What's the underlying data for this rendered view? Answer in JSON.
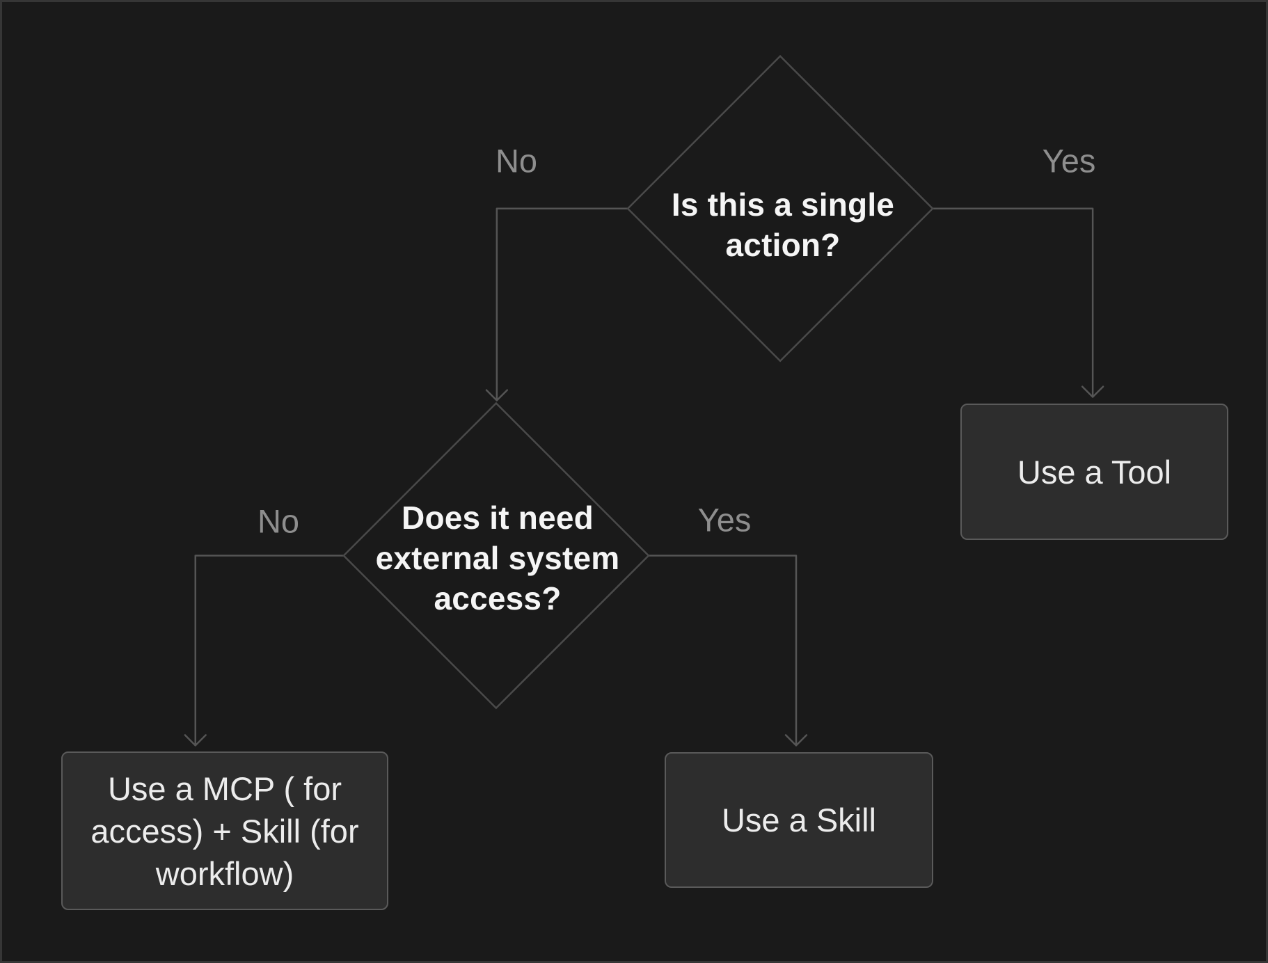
{
  "theme": {
    "background": "#1a1a1a",
    "canvas_border": "#363636",
    "shape_stroke": "#4a4a4a",
    "connector_stroke": "#555555",
    "node_fill": "#2d2d2d",
    "node_border": "#5a5a5a",
    "decision_text_color": "#f5f5f5",
    "node_text_color": "#ececec",
    "branch_label_color": "#8e8e8e"
  },
  "flowchart": {
    "decisions": {
      "single_action": {
        "lines": [
          "Is this a single",
          "action?"
        ]
      },
      "external_access": {
        "lines": [
          "Does it need",
          "external system",
          "access?"
        ]
      }
    },
    "outcomes": {
      "tool": {
        "label": "Use a Tool"
      },
      "skill": {
        "label": "Use a Skill"
      },
      "mcp": {
        "lines": [
          "Use a MCP ( for",
          "access) + Skill (for",
          "workflow)"
        ]
      }
    },
    "branch_labels": {
      "single_action_no": "No",
      "single_action_yes": "Yes",
      "external_access_no": "No",
      "external_access_yes": "Yes"
    }
  }
}
